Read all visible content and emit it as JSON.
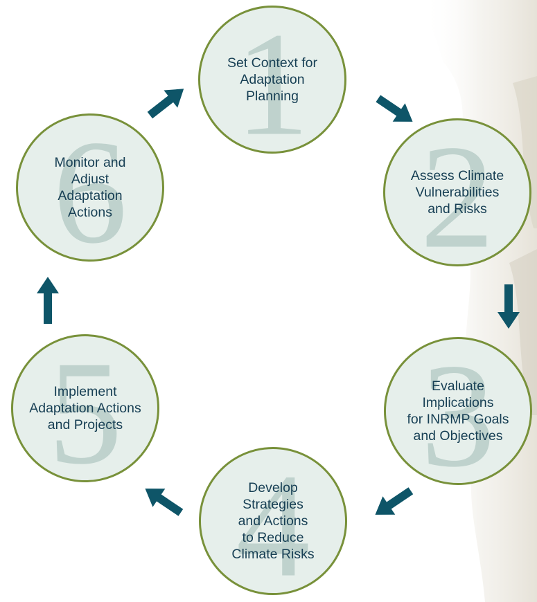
{
  "diagram": {
    "colors": {
      "arrow": "#0e5568",
      "circle_border": "#78913a",
      "circle_fill": "#e6efeb",
      "number": "#bfd2cd",
      "text": "#173f54"
    },
    "steps": [
      {
        "number": "1",
        "label": "Set Context for\nAdaptation\nPlanning"
      },
      {
        "number": "2",
        "label": "Assess Climate\nVulnerabilities\nand Risks"
      },
      {
        "number": "3",
        "label": "Evaluate\nImplications\nfor INRMP Goals\nand Objectives"
      },
      {
        "number": "4",
        "label": "Develop\nStrategies\nand Actions\nto Reduce\nClimate Risks"
      },
      {
        "number": "5",
        "label": "Implement\nAdaptation Actions\nand Projects"
      },
      {
        "number": "6",
        "label": "Monitor and\nAdjust\nAdaptation\nActions"
      }
    ],
    "arrows": [
      {
        "from": "1",
        "to": "2"
      },
      {
        "from": "2",
        "to": "3"
      },
      {
        "from": "3",
        "to": "4"
      },
      {
        "from": "4",
        "to": "5"
      },
      {
        "from": "5",
        "to": "6"
      },
      {
        "from": "6",
        "to": "1"
      }
    ]
  }
}
